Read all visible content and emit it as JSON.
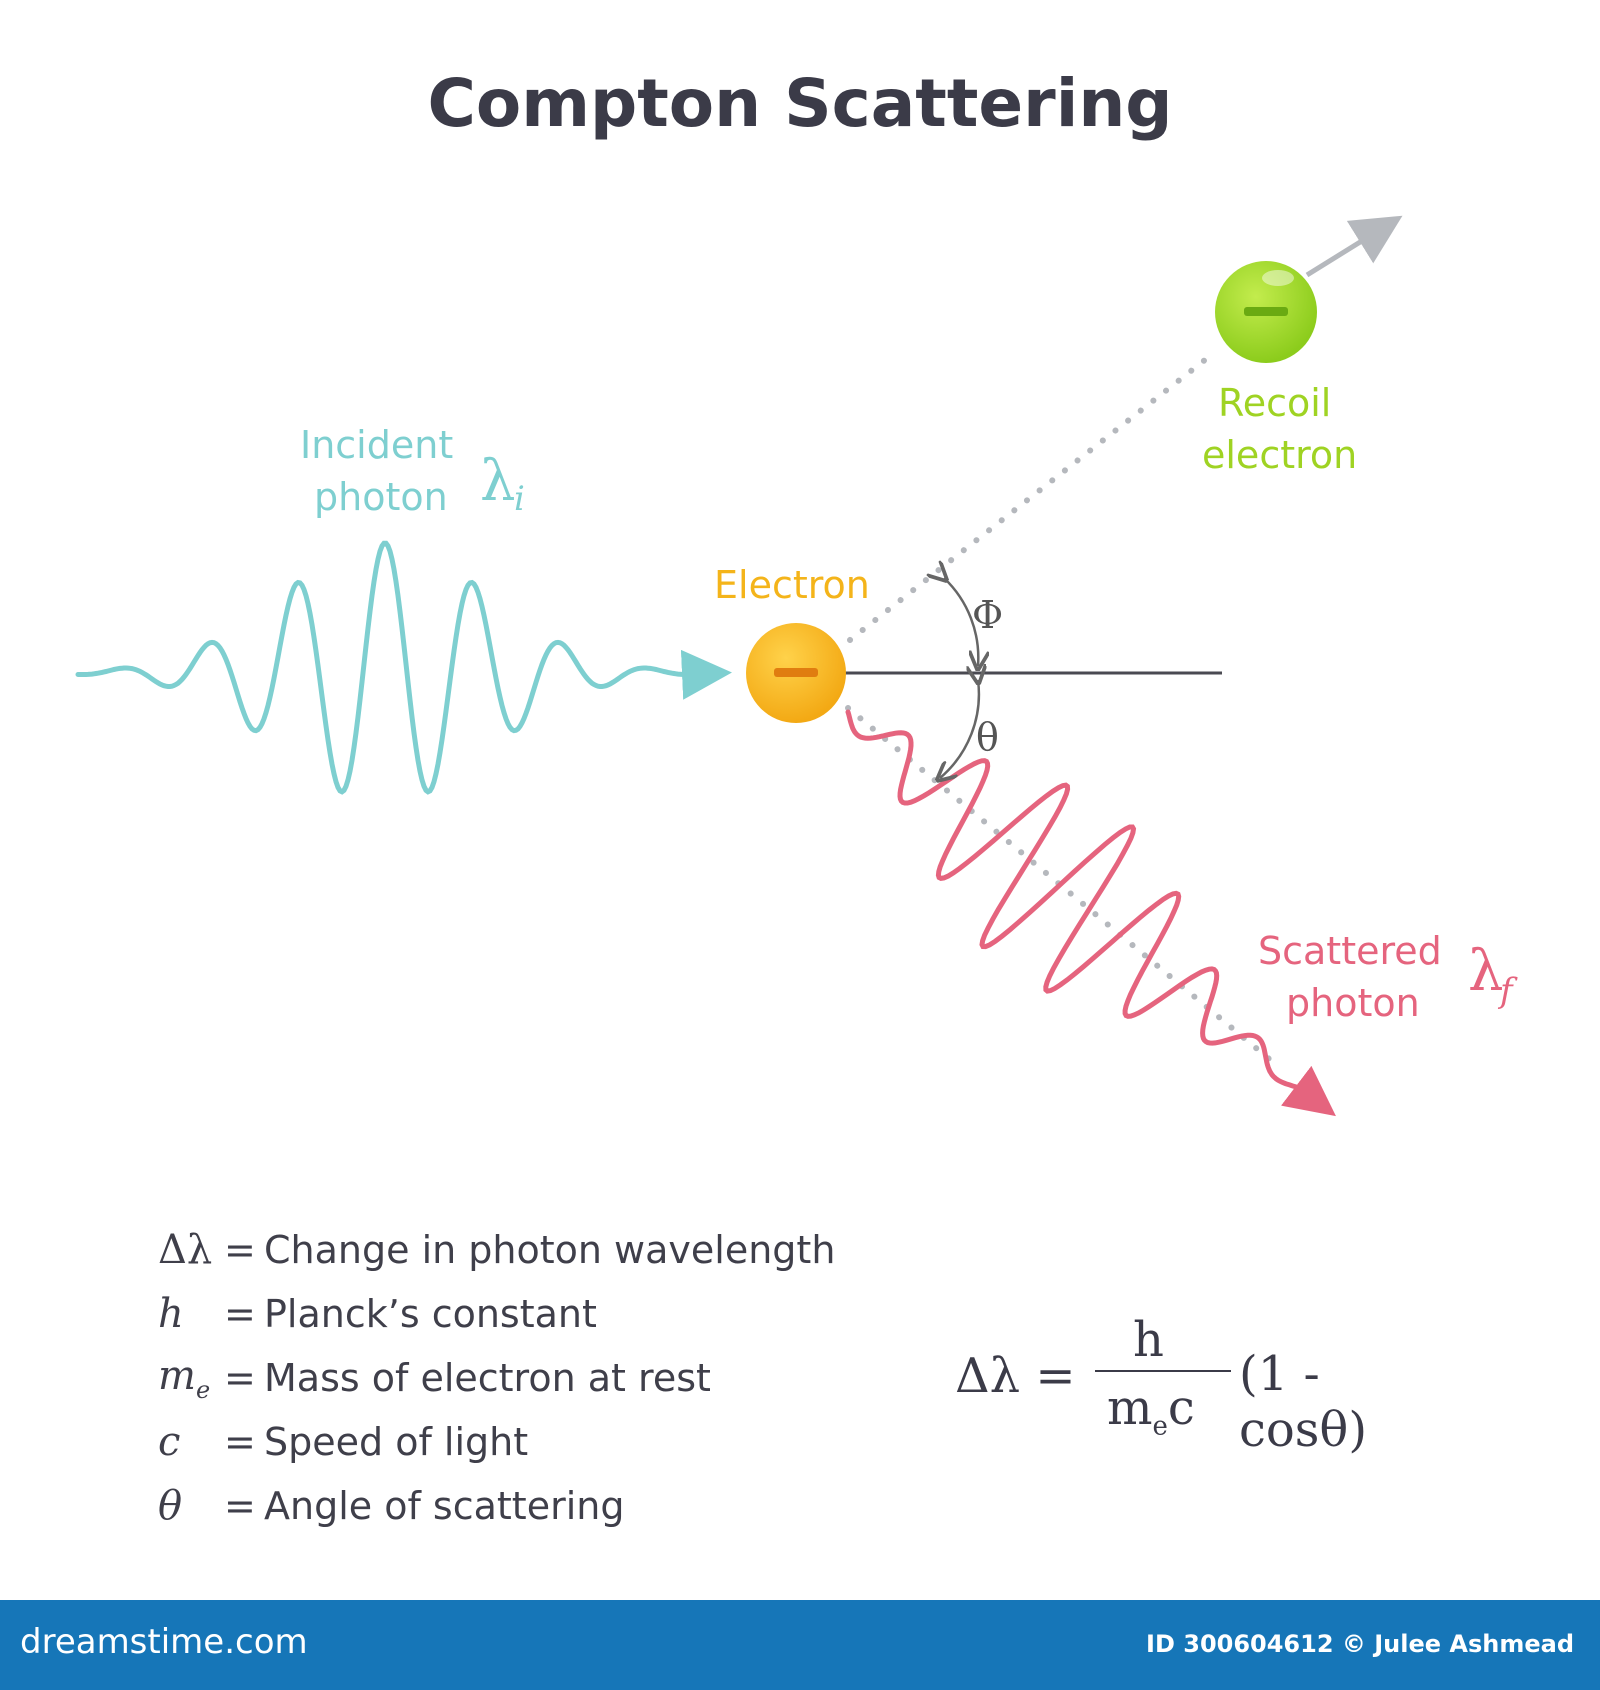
{
  "title": "Compton Scattering",
  "labels": {
    "incident_line1": "Incident",
    "incident_line2": "photon",
    "incident_symbol": "λ",
    "incident_subscript": "i",
    "electron": "Electron",
    "recoil_line1": "Recoil",
    "recoil_line2": "electron",
    "scattered_line1": "Scattered",
    "scattered_line2": "photon",
    "scattered_symbol": "λ",
    "scattered_subscript": "f",
    "phi": "Φ",
    "theta": "θ",
    "charge": "−"
  },
  "legend": [
    {
      "symbol": "Δλ",
      "eq": "=",
      "text": "Change in photon wavelength"
    },
    {
      "symbol": "h",
      "eq": "=",
      "text": "Planck’s constant"
    },
    {
      "symbol": "m",
      "subscript": "e",
      "eq": "=",
      "text": "Mass of electron at rest"
    },
    {
      "symbol": "c",
      "eq": "=",
      "text": "Speed of light"
    },
    {
      "symbol": "θ",
      "eq": "=",
      "text": "Angle of scattering"
    }
  ],
  "formula": {
    "lhs": "Δλ =",
    "numerator": "h",
    "denominator_base": "m",
    "denominator_sub": "e",
    "denominator_tail": "c",
    "rhs": "(1 - cosθ)"
  },
  "footer": {
    "brand": "dreamstime.com",
    "credit": "ID 300604612 © Julee Ashmead"
  },
  "colors": {
    "incident": "#7ecfd0",
    "scattered": "#e5647e",
    "electron": "#f4b41a",
    "recoil": "#9fd323",
    "text": "#3b3b48",
    "footer": "#1676b8"
  }
}
